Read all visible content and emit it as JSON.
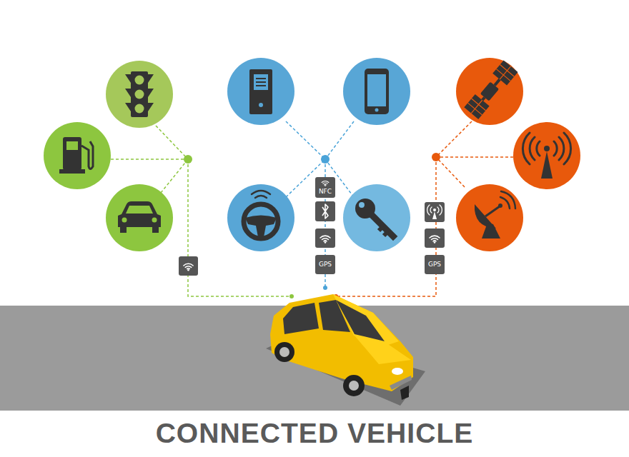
{
  "diagram": {
    "title": "CONNECTED VEHICLE",
    "labels": [
      "NFC",
      "GPS",
      "GPS"
    ]
  }
}
